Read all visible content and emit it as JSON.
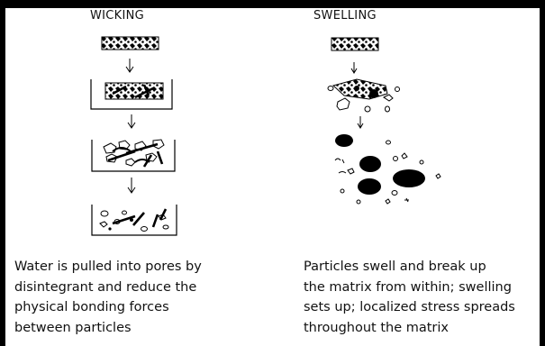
{
  "wicking": {
    "title": "WICKING",
    "caption_lines": [
      "Water is pulled into pores by",
      "disintegrant and reduce the",
      "physical bonding forces",
      "between particles"
    ]
  },
  "swelling": {
    "title": "SWELLING",
    "caption_lines": [
      "Particles swell and break up",
      "the matrix from within; swelling",
      "sets up; localized stress spreads",
      "throughout the matrix"
    ]
  }
}
